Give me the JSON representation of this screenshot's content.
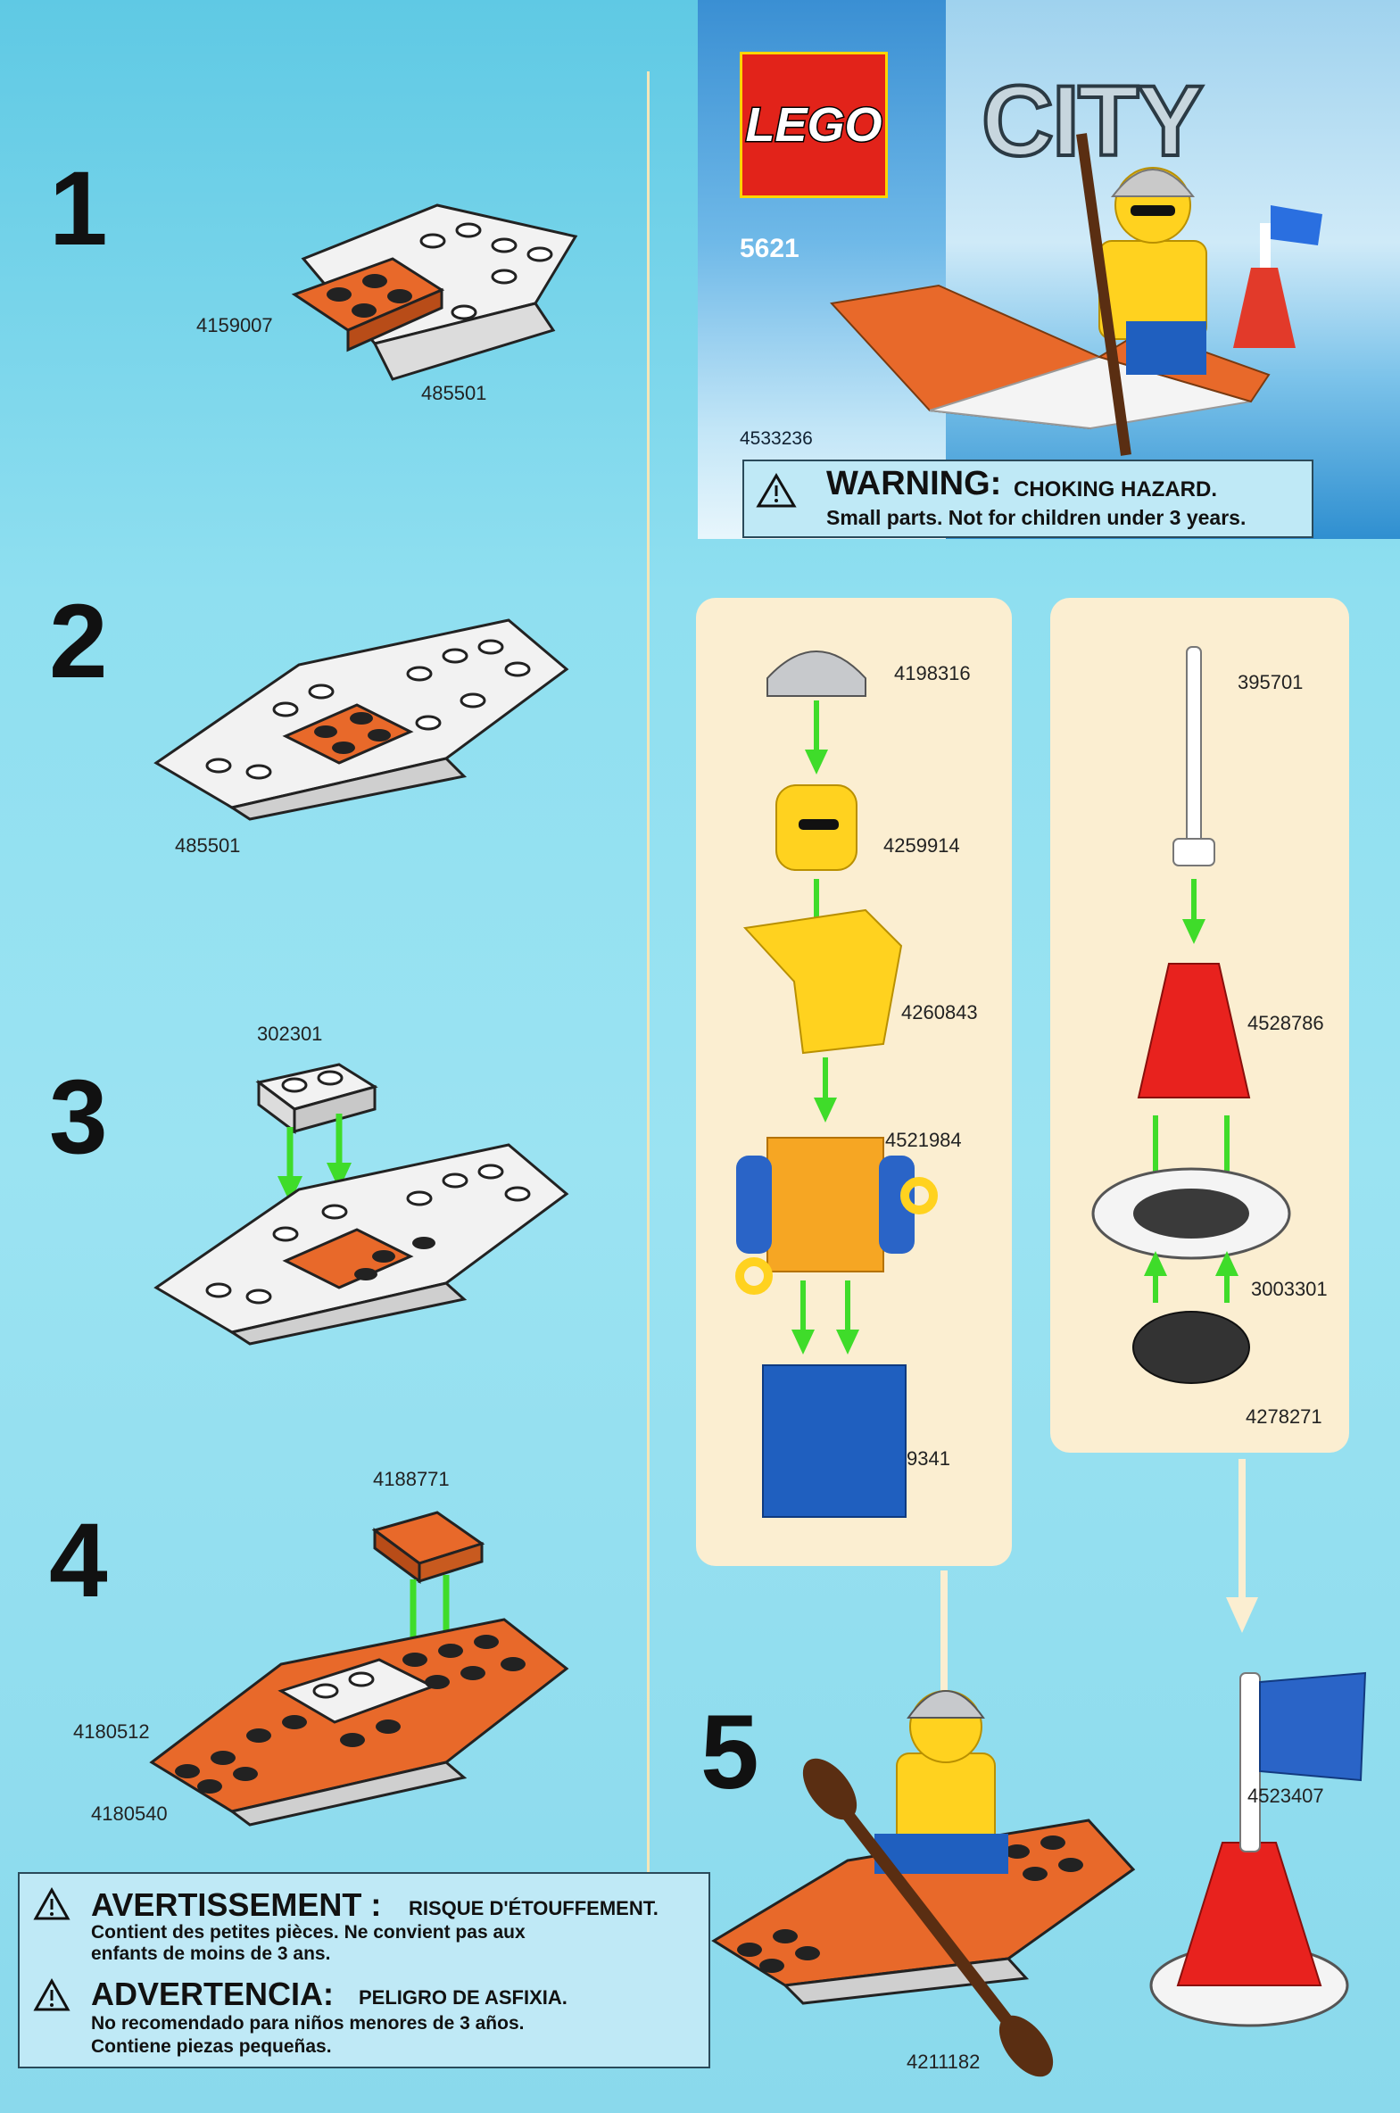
{
  "cover": {
    "brand": "LEGO",
    "theme": "CITY",
    "set_number": "5621",
    "part_number": "4533236",
    "warning_title": "WARNING:",
    "warning_hazard": "CHOKING HAZARD.",
    "warning_text": "Small parts. Not for children under 3 years."
  },
  "steps": [
    {
      "number": "1",
      "parts": [
        "4159007",
        "485501"
      ]
    },
    {
      "number": "2",
      "parts": [
        "485501"
      ]
    },
    {
      "number": "3",
      "parts": [
        "302301"
      ]
    },
    {
      "number": "4",
      "parts": [
        "4188771",
        "4180512",
        "4180540"
      ]
    },
    {
      "number": "5",
      "parts": [
        "4211182",
        "4523407"
      ]
    }
  ],
  "minifig_parts": [
    "4198316",
    "4259914",
    "4260843",
    "4521984",
    "9341"
  ],
  "buoy_parts": [
    "395701",
    "4528786",
    "3003301",
    "4278271"
  ],
  "warnings": {
    "fr_title": "AVERTISSEMENT :",
    "fr_hazard": "RISQUE D'ÉTOUFFEMENT.",
    "fr_line1": "Contient des petites pièces. Ne convient pas aux",
    "fr_line2": "enfants de moins de 3 ans.",
    "es_title": "ADVERTENCIA:",
    "es_hazard": "PELIGRO DE ASFIXIA.",
    "es_line1": "No recomendado para niños menores de 3 años.",
    "es_line2": "Contiene piezas pequeñas."
  },
  "colors": {
    "brick_orange": "#e8692a",
    "brick_white": "#f2f2f2",
    "arrow_green": "#3fdc2a",
    "panel_cream": "#fbeed1",
    "lego_red": "#e2231a"
  }
}
